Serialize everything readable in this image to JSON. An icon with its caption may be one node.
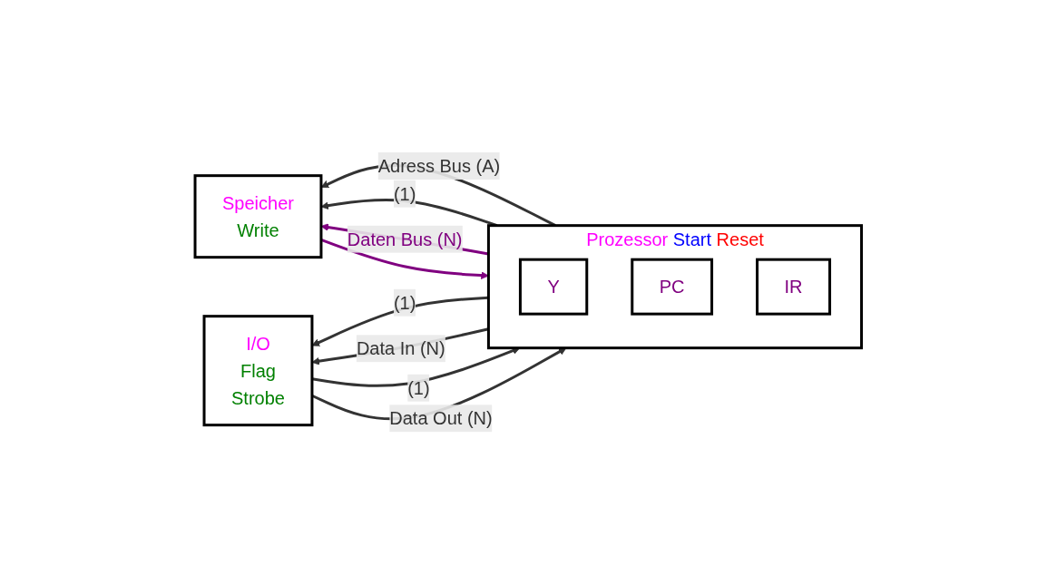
{
  "diagram": {
    "nodes": [
      {
        "text": [
          "Speicher",
          "Write"
        ]
      },
      {
        "text": [
          "Prozessor",
          "Start",
          "Reset"
        ]
      },
      {
        "text": [
          "Y"
        ],
        "in": 1
      },
      {
        "text": [
          "PC"
        ],
        "in": 1
      },
      {
        "text": [
          "IR"
        ],
        "in": 1
      },
      {
        "text": [
          "I/O",
          "Flag",
          "Strobe"
        ]
      }
    ],
    "edges": [
      {
        "from": 1,
        "to": 0,
        "arrow": "to",
        "label": "Adress Bus (A)"
      },
      {
        "from": 1,
        "to": 0,
        "arrow": "to",
        "label": "(1)"
      },
      {
        "from": 0,
        "to": 1,
        "arrow": "to",
        "color": "#800080"
      },
      {
        "from": 1,
        "to": 0,
        "arrow": "to",
        "label": "Daten Bus (N)",
        "color": "#800080"
      },
      {
        "from": 5,
        "to": 1,
        "arrow": "to",
        "label": "(1)"
      },
      {
        "from": 1,
        "to": 5,
        "arrow": "to",
        "label": "(1)"
      },
      {
        "from": 5,
        "to": 1,
        "arrow": "to",
        "label": "Data Out (N)"
      },
      {
        "from": 1,
        "to": 5,
        "arrow": "to",
        "label": "Data In (N)"
      }
    ]
  }
}
